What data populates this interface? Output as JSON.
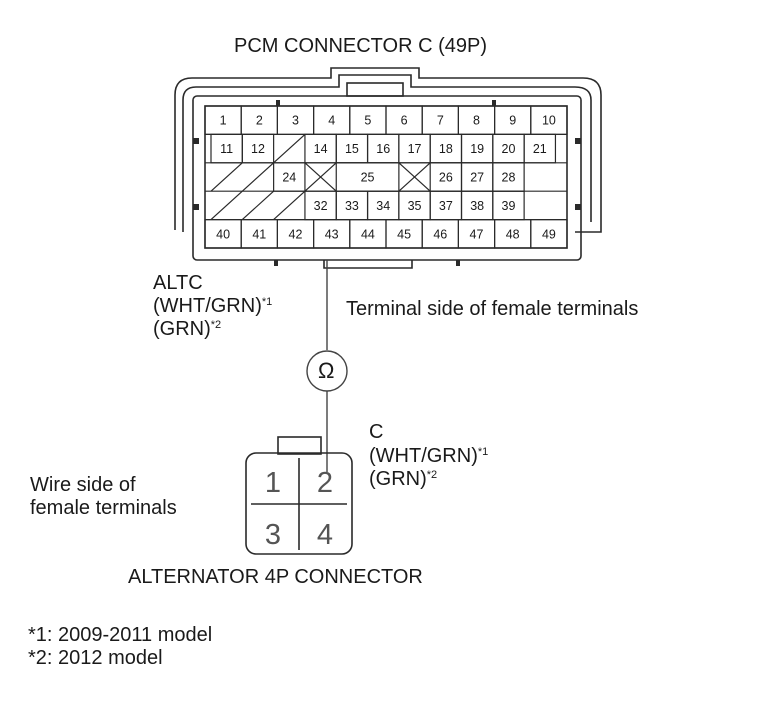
{
  "pcm": {
    "title": "PCM CONNECTOR C (49P)",
    "terminal_side_label": "Terminal side of female terminals",
    "altc_label": "ALTC",
    "altc_wire_1": "(WHT/GRN)",
    "altc_wire_1_note": "*1",
    "altc_wire_2": "(GRN)",
    "altc_wire_2_note": "*2",
    "pins": [
      "1",
      "2",
      "3",
      "4",
      "5",
      "6",
      "7",
      "8",
      "9",
      "10",
      "11",
      "12",
      "14",
      "15",
      "16",
      "17",
      "18",
      "19",
      "20",
      "21",
      "24",
      "25",
      "26",
      "27",
      "28",
      "32",
      "33",
      "34",
      "35",
      "37",
      "38",
      "39",
      "40",
      "41",
      "42",
      "43",
      "44",
      "45",
      "46",
      "47",
      "48",
      "49"
    ]
  },
  "meter": {
    "symbol": "Ω",
    "icon": "ohmmeter-icon"
  },
  "alternator": {
    "title": "ALTERNATOR 4P CONNECTOR",
    "wire_side_label_1": "Wire side of",
    "wire_side_label_2": "female terminals",
    "c_label": "C",
    "c_wire_1": "(WHT/GRN)",
    "c_wire_1_note": "*1",
    "c_wire_2": "(GRN)",
    "c_wire_2_note": "*2",
    "pins": [
      "1",
      "2",
      "3",
      "4"
    ]
  },
  "notes": {
    "note_1": "*1: 2009-2011 model",
    "note_2": "*2: 2012 model"
  }
}
